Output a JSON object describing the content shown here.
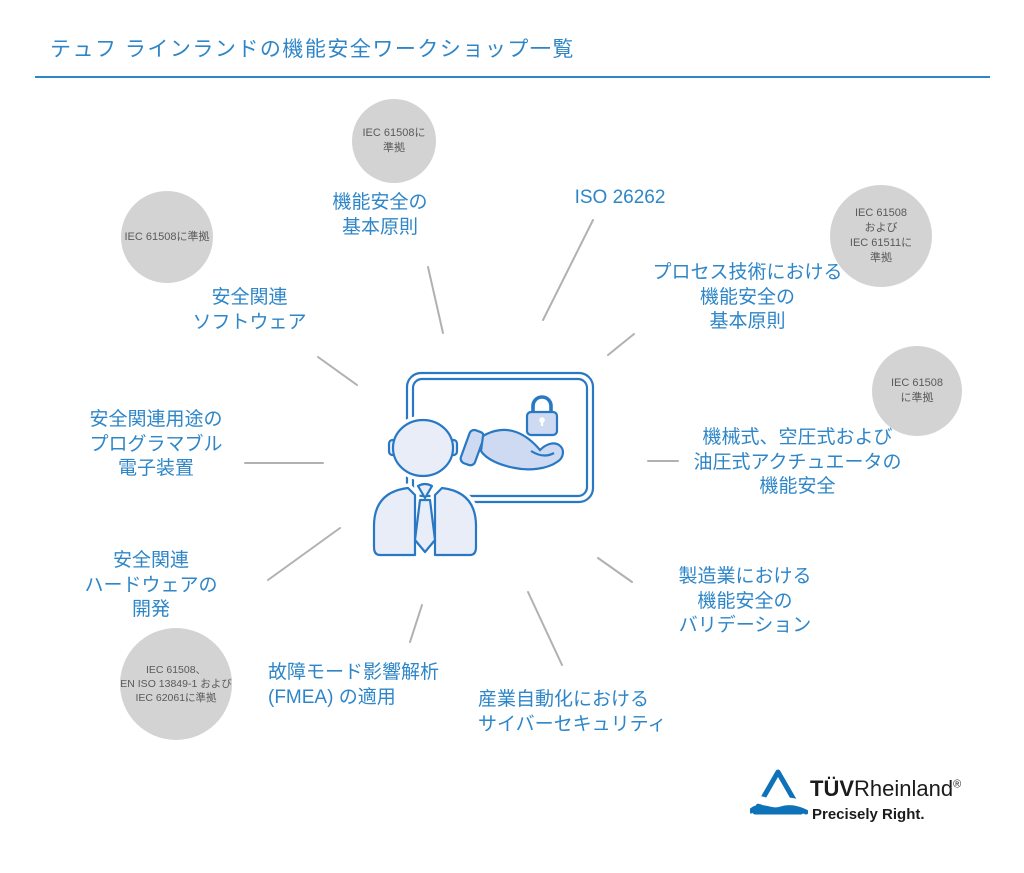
{
  "title": "テュフ ラインランドの機能安全ワークショップ一覧",
  "colors": {
    "accent": "#2e86c8",
    "circle_fill": "#d3d3d3",
    "circle_text": "#5a5a5a",
    "line": "#b1b1b1",
    "illustration_stroke": "#2878c4",
    "illustration_fill_light": "#e9edf8",
    "illustration_fill_mid": "#cddaf2",
    "logo_blue": "#0e72b8"
  },
  "center_icon": "presenter-screen-hand-lock-illustration",
  "workshops": [
    {
      "name": "fundamentals",
      "label_lines": [
        "機能安全の",
        "基本原則"
      ],
      "badge_lines": [
        "IEC 61508に",
        "準拠"
      ]
    },
    {
      "name": "iso-26262",
      "label_lines": [
        "ISO 26262"
      ]
    },
    {
      "name": "safety-software",
      "label_lines": [
        "安全関連",
        "ソフトウェア"
      ],
      "badge_lines": [
        "IEC 61508に準拠"
      ]
    },
    {
      "name": "process-technology",
      "label_lines": [
        "プロセス技術における",
        "機能安全の",
        "基本原則"
      ],
      "badge_lines": [
        "IEC 61508",
        "および",
        "IEC 61511に",
        "準拠"
      ]
    },
    {
      "name": "programmable-electronics",
      "label_lines": [
        "安全関連用途の",
        "プログラマブル",
        "電子装置"
      ]
    },
    {
      "name": "actuators",
      "label_lines": [
        "機械式、空圧式および",
        "油圧式アクチュエータの",
        "機能安全"
      ],
      "badge_lines": [
        "IEC 61508",
        "に準拠"
      ]
    },
    {
      "name": "safety-hardware",
      "label_lines": [
        "安全関連",
        "ハードウェアの",
        "開発"
      ],
      "badge_lines": [
        "IEC 61508、",
        "EN ISO 13849-1 および",
        "IEC 62061に準拠"
      ]
    },
    {
      "name": "fmea",
      "label_lines": [
        "故障モード影響解析",
        "(FMEA) の適用"
      ]
    },
    {
      "name": "industrial-cybersecurity",
      "label_lines": [
        "産業自動化における",
        "サイバーセキュリティ"
      ]
    },
    {
      "name": "manufacturing-validation",
      "label_lines": [
        "製造業における",
        "機能安全の",
        "バリデーション"
      ]
    }
  ],
  "logo": {
    "brand_bold": "TÜV",
    "brand_regular": "Rheinland",
    "registered": "®",
    "tagline": "Precisely Right."
  }
}
